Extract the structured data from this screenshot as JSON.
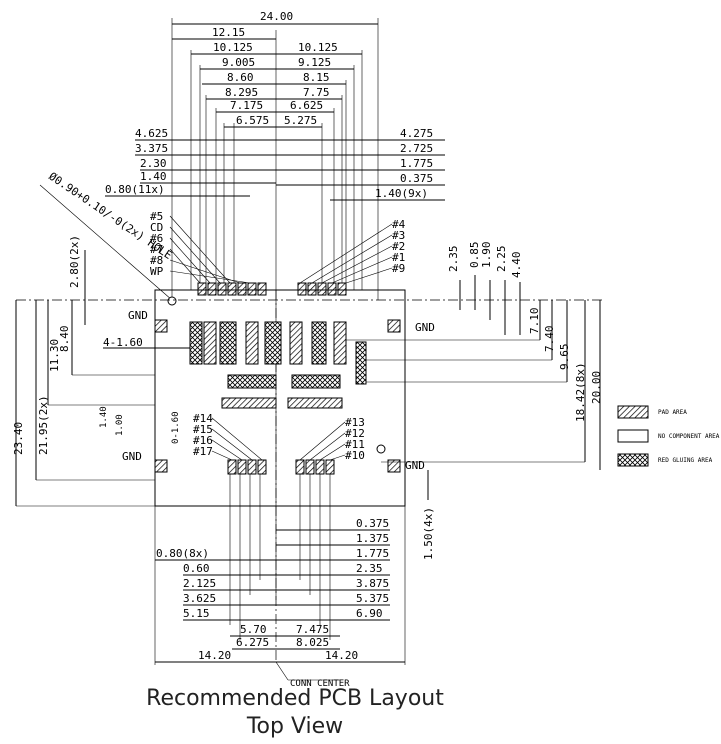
{
  "overall_width": "24.00",
  "top_dims": [
    "12.15",
    "10.125",
    "10.125",
    "9.005",
    "9.125",
    "8.60",
    "8.15",
    "8.295",
    "7.75",
    "7.175",
    "6.625",
    "6.575",
    "5.275"
  ],
  "left_dims": [
    "4.625",
    "3.375",
    "2.30",
    "1.40",
    "0.80(11x)"
  ],
  "right_dims": [
    "4.275",
    "2.725",
    "1.775",
    "0.375",
    "1.40(9x)"
  ],
  "hole_note": "Ø0.90+0.10/-0(2x) HOLE",
  "pin_labels_left": [
    "#5",
    "CD",
    "#6",
    "#7",
    "#8",
    "WP"
  ],
  "pin_labels_right": [
    "#4",
    "#3",
    "#2",
    "#1",
    "#9"
  ],
  "vertical_right_dims": [
    "2.35",
    "0.85",
    "1.90",
    "2.25",
    "4.40",
    "7.10",
    "7.40",
    "9.65",
    "18.42(8x)",
    "20.00"
  ],
  "vertical_left_dims": [
    "2.80(2x)",
    "8.40",
    "11.30",
    "21.95(2x)",
    "23.40",
    "1.40",
    "1.00",
    "0-1.60"
  ],
  "gnd_label": "GND",
  "lead_label": "4-1.60",
  "lower_pin_labels_left": [
    "#14",
    "#15",
    "#16",
    "#17"
  ],
  "lower_pin_labels_right": [
    "#13",
    "#12",
    "#11",
    "#10"
  ],
  "bottom_left_dims": [
    "0.80(8x)",
    "0.60",
    "2.125",
    "3.625",
    "5.15"
  ],
  "bottom_right_dims": [
    "0.375",
    "1.375",
    "1.775",
    "2.35",
    "3.875",
    "5.375",
    "6.90"
  ],
  "bottom_center_dims": [
    "5.70",
    "7.475",
    "6.275",
    "8.025"
  ],
  "bottom_halves": [
    "14.20",
    "14.20"
  ],
  "side_note": "1.50(4x)",
  "conn_center": "CONN CENTER",
  "legend": [
    {
      "label": "PAD AREA",
      "pattern": "hatch"
    },
    {
      "label": "NO COMPONENT AREA",
      "pattern": "none"
    },
    {
      "label": "RED GLUING AREA",
      "pattern": "cross"
    }
  ],
  "caption": {
    "line1": "Recommended PCB Layout",
    "line2": "Top View"
  }
}
